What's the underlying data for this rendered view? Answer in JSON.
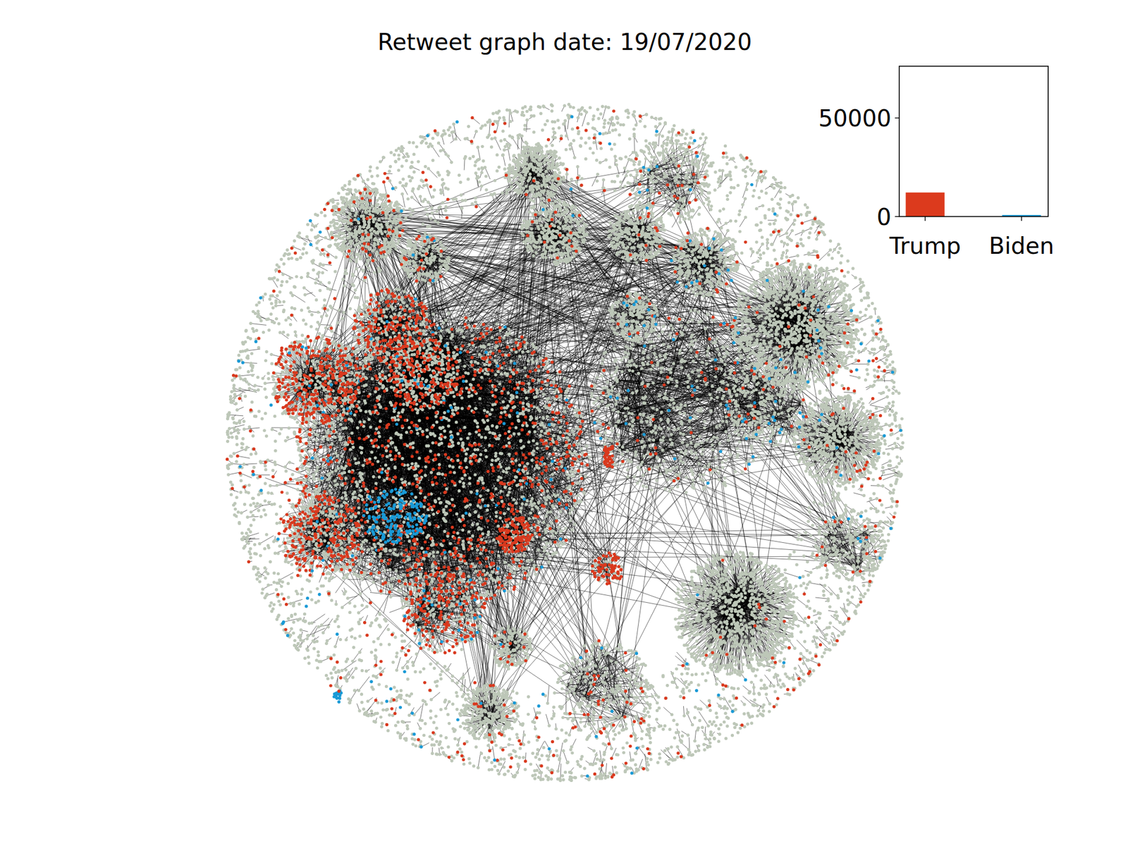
{
  "diagram": {
    "title": "Retweet graph date: 19/07/2020",
    "labels": [
      "50000",
      "0",
      "Trump",
      "Biden"
    ]
  }
}
